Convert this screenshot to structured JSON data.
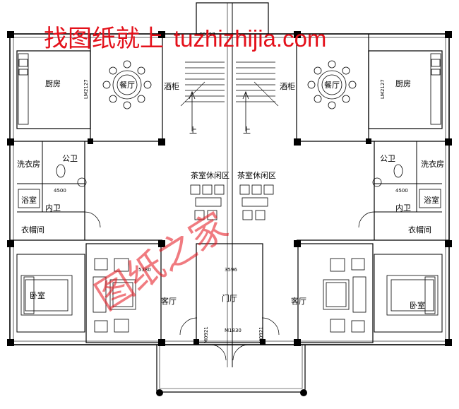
{
  "watermark": {
    "top_cn": "找图纸就上",
    "top_latin": "tuzhizhijia.com",
    "diagonal": "图纸之家"
  },
  "rooms": {
    "kitchen_left": "厨房",
    "kitchen_right": "厨房",
    "dining_left": "餐厅",
    "dining_right": "餐厅",
    "wine_left": "酒柜",
    "wine_right": "酒柜",
    "laundry_left": "洗衣房",
    "laundry_right": "洗衣房",
    "public_bath_left": "公卫",
    "public_bath_right": "公卫",
    "shower_left": "浴室",
    "shower_right": "浴室",
    "inner_bath_left": "内卫",
    "inner_bath_right": "内卫",
    "cloak_left": "衣帽间",
    "cloak_right": "衣帽间",
    "bedroom_left": "卧室",
    "bedroom_right": "卧室",
    "living_left": "客厅",
    "living_right": "客厅",
    "foyer": "门厅",
    "tea_left": "茶室休闲区",
    "tea_right": "茶室休闲区",
    "stair_up_left": "上",
    "stair_up_right": "上"
  },
  "dims": {
    "top_door": "C0927",
    "kitchen_win_left": "LM2127",
    "kitchen_win_right": "LM2127",
    "bath_left": "4500",
    "bath_right": "4500",
    "living_width": "5380",
    "foyer_width": "3596",
    "main_door": "M1830",
    "side_door_left": "M0921",
    "side_door_right": "M0921"
  }
}
